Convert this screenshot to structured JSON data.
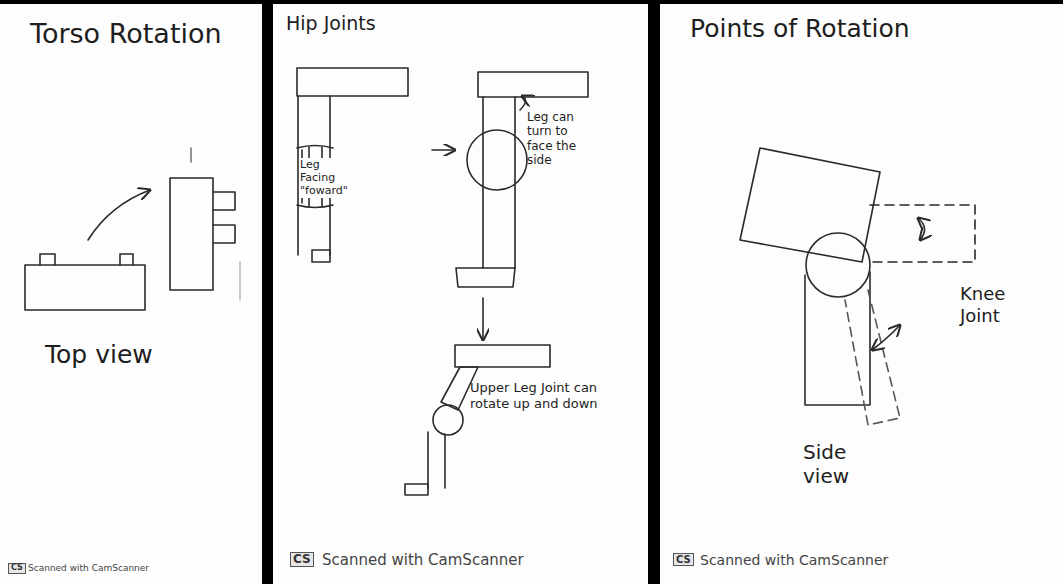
{
  "diagram": {
    "labels": [
      "Torso Rotation",
      "Top view",
      "CS",
      "Scanned with CamScanner",
      "Hip Joints",
      "Leg Facing \"foward\"",
      "Leg can turn to face the side",
      "Upper Leg Joint can rotate up and down",
      "CS",
      "Scanned with CamScanner",
      "Points of Rotation",
      "Knee Joint",
      "Side view",
      "CS",
      "Scanned with CamScanner"
    ]
  }
}
